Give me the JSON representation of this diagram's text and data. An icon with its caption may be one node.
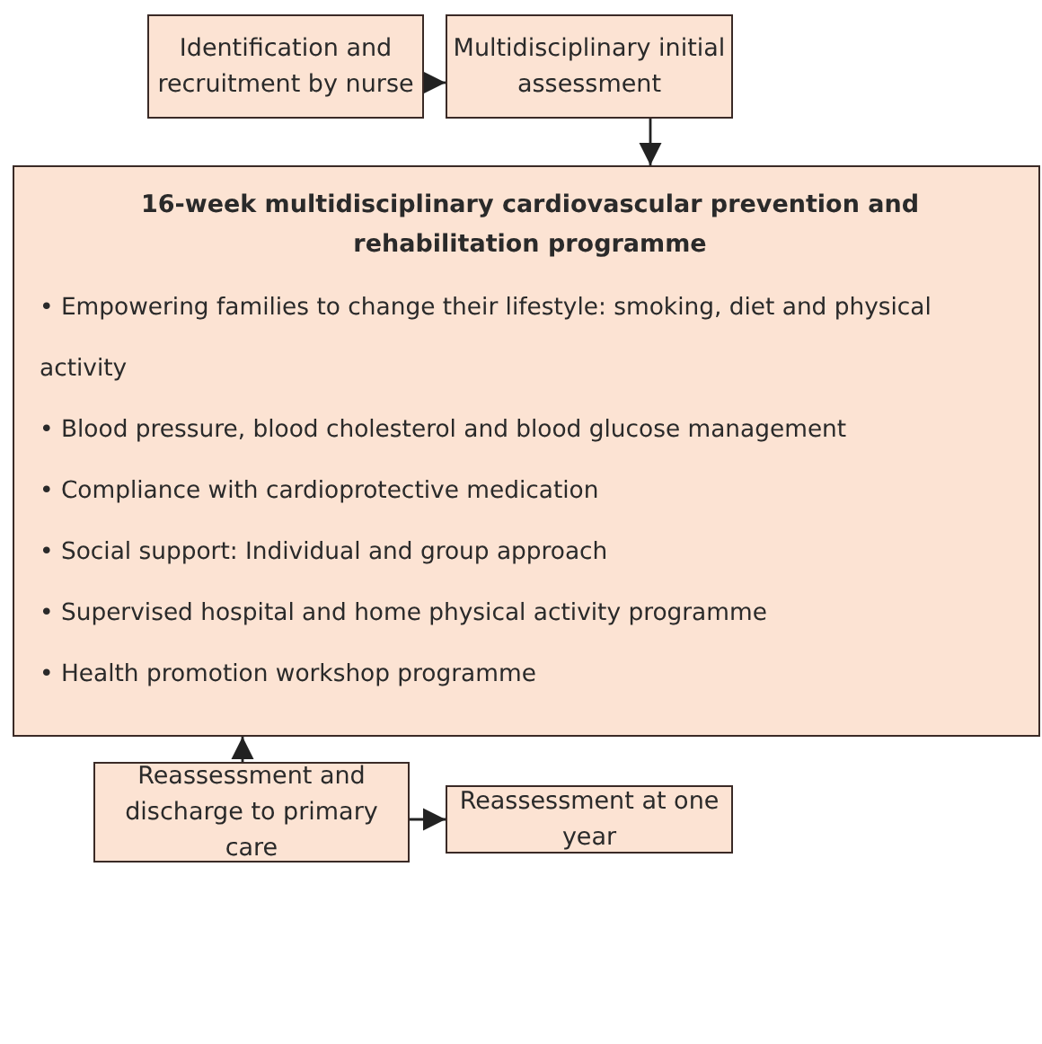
{
  "diagram": {
    "nodes": [
      {
        "text": [
          "Identification and recruitment by nurse"
        ]
      },
      {
        "text": [
          "Multidisciplinary initial assessment"
        ]
      },
      {
        "text": [
          "16-week multidisciplinary cardiovascular prevention and rehabilitation programme",
          "• Empowering families to change their lifestyle: smoking, diet and physical activity",
          "• Blood pressure, blood cholesterol and blood glucose management",
          "• Compliance with cardioprotective medication",
          "• Social support: Individual and group approach",
          "• Supervised hospital and home physical activity programme",
          "• Health promotion workshop programme"
        ]
      },
      {
        "text": [
          "Reassessment and discharge to primary care"
        ]
      },
      {
        "text": [
          "Reassessment at one year"
        ]
      }
    ],
    "edges": [
      {
        "from": 0,
        "to": 1,
        "arrow": "to"
      },
      {
        "from": 1,
        "to": 2,
        "arrow": "to"
      },
      {
        "from": 3,
        "to": 2,
        "arrow": "to"
      },
      {
        "from": 3,
        "to": 4,
        "arrow": "to"
      }
    ]
  }
}
